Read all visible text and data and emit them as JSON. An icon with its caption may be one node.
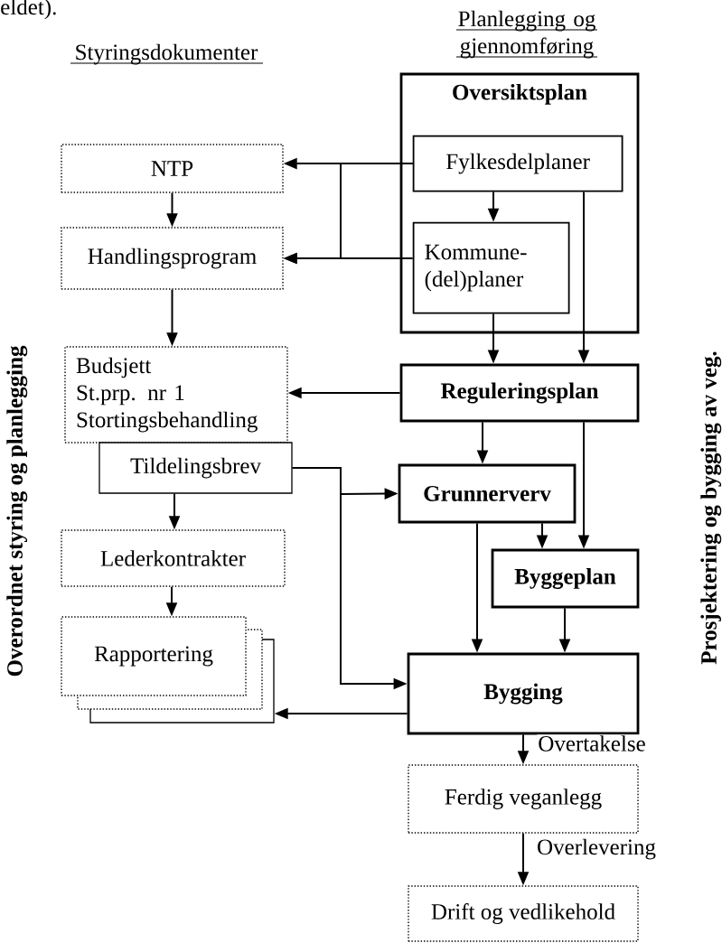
{
  "diagram": {
    "nodes": [
      {
        "text": [
          "NTP"
        ]
      },
      {
        "text": [
          "Handlingsprogram"
        ]
      },
      {
        "text": [
          "Budsjett",
          "St.prp. nr 1",
          "Stortingsbehandling"
        ]
      },
      {
        "text": [
          "Tildelingsbrev"
        ]
      },
      {
        "text": [
          "Lederkontrakter"
        ]
      },
      {
        "text": [
          "Rapportering"
        ]
      },
      {
        "text": [
          "Oversiktsplan"
        ]
      },
      {
        "text": [
          "Fylkesdelplaner"
        ],
        "in": 6
      },
      {
        "text": [
          "Kommune- (del)planer"
        ],
        "in": 6
      },
      {
        "text": [
          "Reguleringsplan"
        ]
      },
      {
        "text": [
          "Grunnerverv"
        ]
      },
      {
        "text": [
          "Byggeplan"
        ]
      },
      {
        "text": [
          "Bygging"
        ]
      },
      {
        "text": [
          "Ferdig veganlegg"
        ]
      },
      {
        "text": [
          "Drift og vedlikehold"
        ]
      }
    ],
    "edges": [
      {
        "from": 7,
        "to": 0,
        "arrow": "to"
      },
      {
        "from": 7,
        "to": 1,
        "arrow": "to"
      },
      {
        "from": 8,
        "to": 1,
        "arrow": "to"
      },
      {
        "from": 0,
        "to": 1,
        "arrow": "to"
      },
      {
        "from": 1,
        "to": 2,
        "arrow": "to"
      },
      {
        "from": 3,
        "to": 4,
        "arrow": "to"
      },
      {
        "from": 4,
        "to": 5,
        "arrow": "to"
      },
      {
        "from": 7,
        "to": 8,
        "arrow": "to"
      },
      {
        "from": 7,
        "to": 9,
        "arrow": "to"
      },
      {
        "from": 8,
        "to": 9,
        "arrow": "to"
      },
      {
        "from": 9,
        "to": 2,
        "arrow": "to"
      },
      {
        "from": 9,
        "to": 10,
        "arrow": "to"
      },
      {
        "from": 9,
        "to": 11,
        "arrow": "to"
      },
      {
        "from": 3,
        "to": 10,
        "arrow": "to"
      },
      {
        "from": 3,
        "to": 12,
        "arrow": "to"
      },
      {
        "from": 10,
        "to": 11,
        "arrow": "to"
      },
      {
        "from": 10,
        "to": 12,
        "arrow": "to"
      },
      {
        "from": 11,
        "to": 12,
        "arrow": "to"
      },
      {
        "from": 12,
        "to": 5,
        "arrow": "to"
      },
      {
        "from": 12,
        "to": 13,
        "arrow": "to",
        "label": "Overtakelse"
      },
      {
        "from": 13,
        "to": 14,
        "arrow": "to",
        "label": "Overlevering"
      }
    ],
    "labels": [
      "eldet).",
      "Styringsdokumenter",
      "Planlegging og gjennomføring",
      "Overordnet styring og planlegging",
      "Prosjektering og bygging av veg."
    ]
  }
}
